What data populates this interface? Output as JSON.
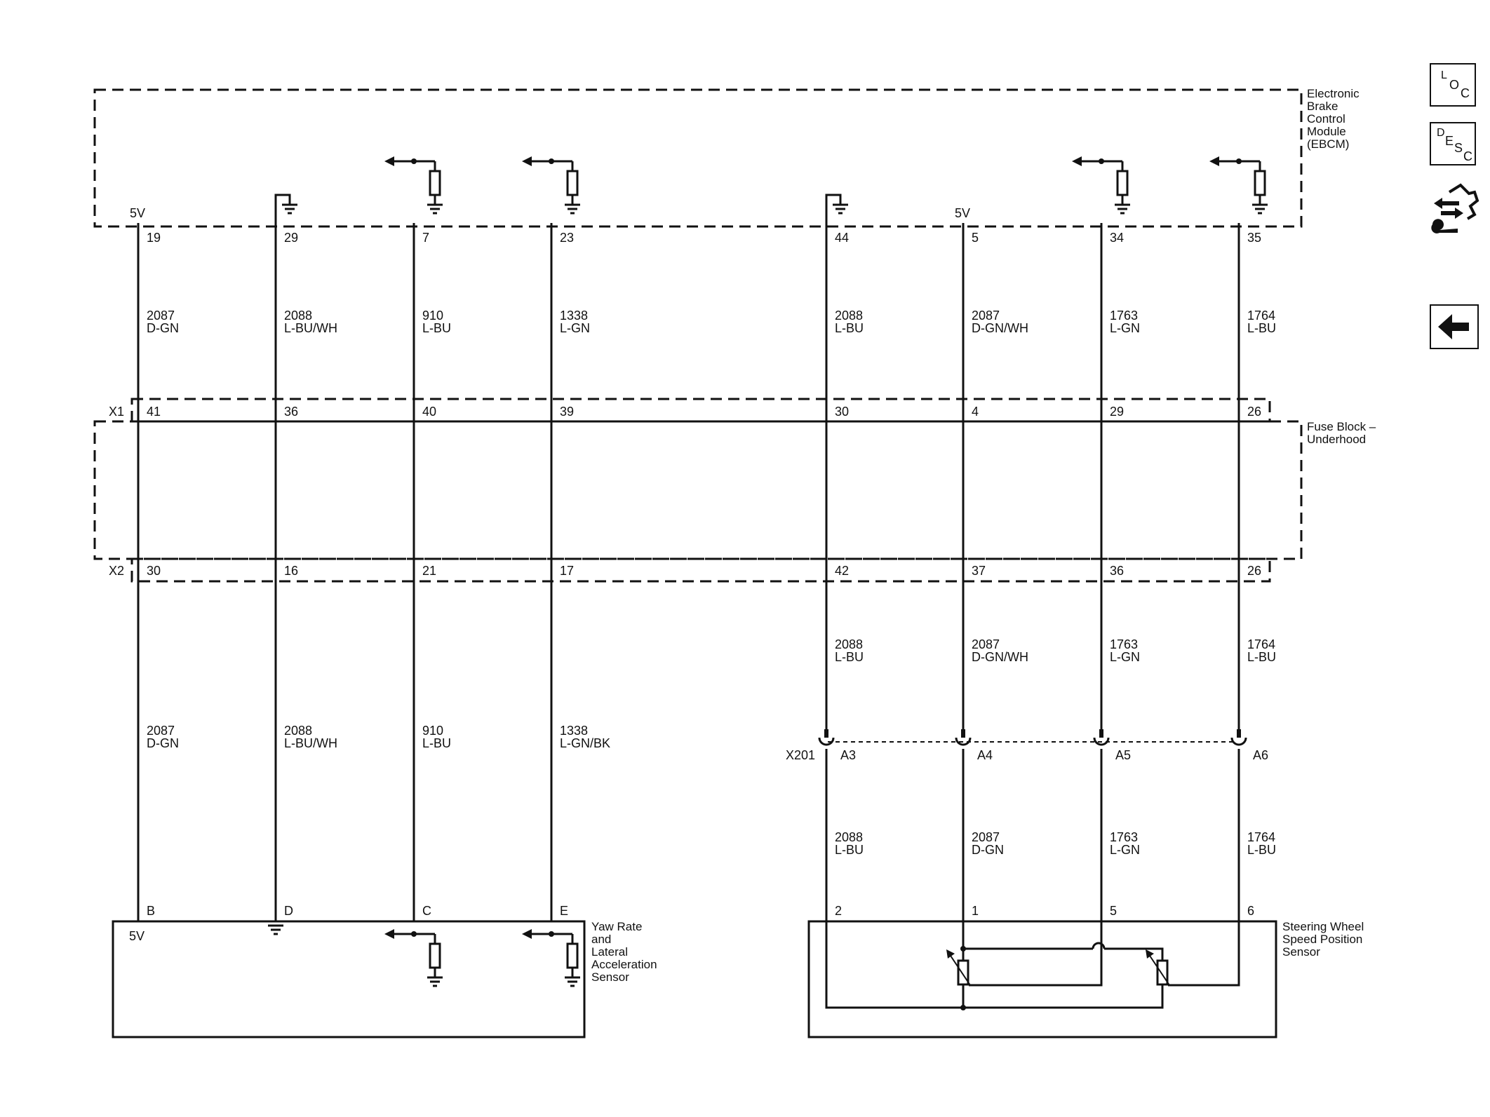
{
  "modules": {
    "ebcm": {
      "name_lines": [
        "Electronic",
        "Brake",
        "Control",
        "Module",
        "(EBCM)"
      ]
    },
    "fuse_block": {
      "name_lines": [
        "Fuse Block –",
        "Underhood"
      ],
      "connector_x1": "X1",
      "connector_x2": "X2"
    },
    "yaw_sensor": {
      "name_lines": [
        "Yaw Rate",
        "and",
        "Lateral",
        "Acceleration",
        "Sensor"
      ],
      "voltage_label": "5V"
    },
    "steering_sensor": {
      "name_lines": [
        "Steering Wheel",
        "Speed Position",
        "Sensor"
      ]
    },
    "inline_connector": {
      "name": "X201"
    }
  },
  "circuits": [
    {
      "ebcm_pin": "19",
      "ebcm_voltage": "5V",
      "upper_circuit": "2087",
      "upper_color": "D-GN",
      "x1_pin": "41",
      "x2_pin": "30",
      "lower_circuit": "2087",
      "lower_color": "D-GN",
      "sensor_pin": "B"
    },
    {
      "ebcm_pin": "29",
      "upper_circuit": "2088",
      "upper_color": "L-BU/WH",
      "x1_pin": "36",
      "x2_pin": "16",
      "lower_circuit": "2088",
      "lower_color": "L-BU/WH",
      "sensor_pin": "D"
    },
    {
      "ebcm_pin": "7",
      "upper_circuit": "910",
      "upper_color": "L-BU",
      "x1_pin": "40",
      "x2_pin": "21",
      "lower_circuit": "910",
      "lower_color": "L-BU",
      "sensor_pin": "C"
    },
    {
      "ebcm_pin": "23",
      "upper_circuit": "1338",
      "upper_color": "L-GN",
      "x1_pin": "39",
      "x2_pin": "17",
      "lower_circuit": "1338",
      "lower_color": "L-GN/BK",
      "sensor_pin": "E"
    },
    {
      "ebcm_pin": "44",
      "upper_circuit": "2088",
      "upper_color": "L-BU",
      "x1_pin": "30",
      "x2_pin": "42",
      "mid_circuit": "2088",
      "mid_color": "L-BU",
      "x201_pin": "A3",
      "lower_circuit": "2088",
      "lower_color": "L-BU",
      "sensor_pin": "2"
    },
    {
      "ebcm_pin": "5",
      "ebcm_voltage": "5V",
      "upper_circuit": "2087",
      "upper_color": "D-GN/WH",
      "x1_pin": "4",
      "x2_pin": "37",
      "mid_circuit": "2087",
      "mid_color": "D-GN/WH",
      "x201_pin": "A4",
      "lower_circuit": "2087",
      "lower_color": "D-GN",
      "sensor_pin": "1"
    },
    {
      "ebcm_pin": "34",
      "upper_circuit": "1763",
      "upper_color": "L-GN",
      "x1_pin": "29",
      "x2_pin": "36",
      "mid_circuit": "1763",
      "mid_color": "L-GN",
      "x201_pin": "A5",
      "lower_circuit": "1763",
      "lower_color": "L-GN",
      "sensor_pin": "5"
    },
    {
      "ebcm_pin": "35",
      "upper_circuit": "1764",
      "upper_color": "L-BU",
      "x1_pin": "26",
      "x2_pin": "26",
      "mid_circuit": "1764",
      "mid_color": "L-BU",
      "x201_pin": "A6",
      "lower_circuit": "1764",
      "lower_color": "L-BU",
      "sensor_pin": "6"
    }
  ],
  "nav": {
    "loc": {
      "main": "O",
      "sup": "L",
      "sub": "C"
    },
    "desc": {
      "main": "E",
      "sup": "D",
      "sub": "S",
      "sub2": "C"
    },
    "tools_icon": "connector-wrench-icon",
    "back_icon": "left-arrow-icon"
  },
  "colors": {
    "line": "#111111",
    "background": "#ffffff"
  }
}
